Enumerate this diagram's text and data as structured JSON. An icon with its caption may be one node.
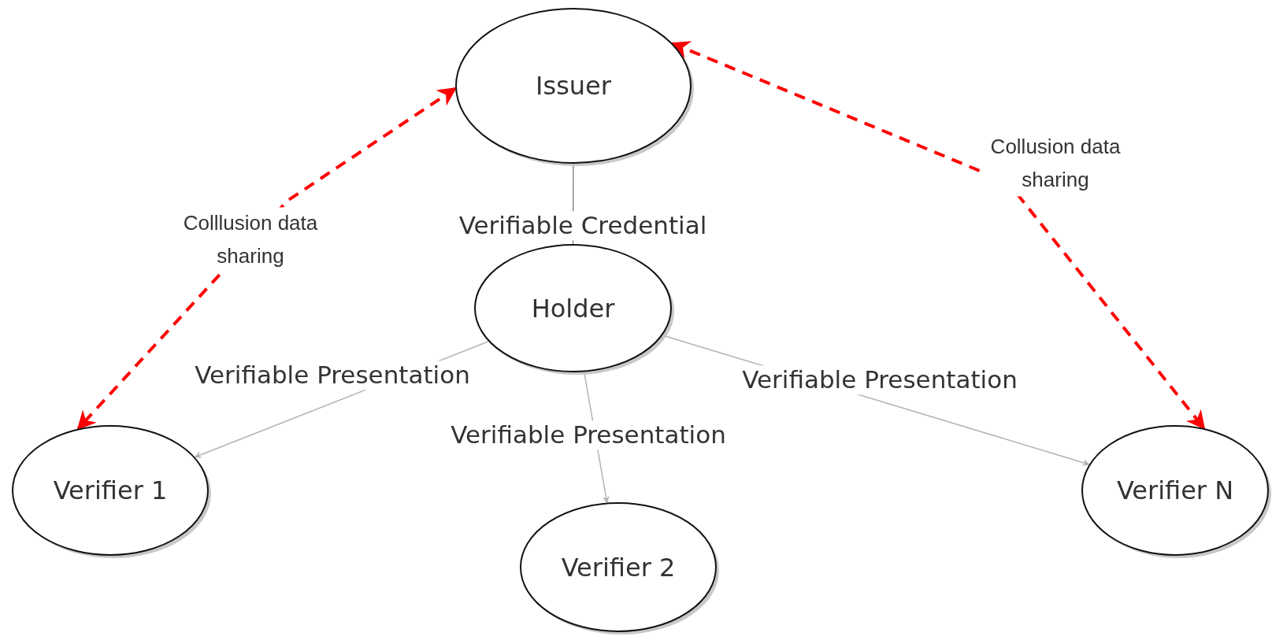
{
  "diagram": {
    "nodes": [
      {
        "text": [
          "Issuer"
        ]
      },
      {
        "text": [
          "Holder"
        ]
      },
      {
        "text": [
          "Verifier 1"
        ]
      },
      {
        "text": [
          "Verifier 2"
        ]
      },
      {
        "text": [
          "Verifier N"
        ]
      }
    ],
    "edges": [
      {
        "from": 0,
        "to": 1,
        "arrow": "none",
        "label": "Verifiable Credential",
        "color": "#8c8c8c"
      },
      {
        "from": 1,
        "to": 2,
        "arrow": "to",
        "label": "Verifiable Presentation"
      },
      {
        "from": 1,
        "to": 3,
        "arrow": "to",
        "label": "Verifiable Presentation"
      },
      {
        "from": 1,
        "to": 4,
        "arrow": "to",
        "label": "Verifiable Presentation"
      },
      {
        "from": 0,
        "to": 2,
        "arrow": "both",
        "label": "Colllusion data sharing",
        "style": "dashed",
        "color": "#ff0000"
      },
      {
        "from": 0,
        "to": 4,
        "arrow": "both",
        "label": "Collusion data sharing",
        "style": "dashed",
        "color": "#ff0000"
      }
    ]
  }
}
